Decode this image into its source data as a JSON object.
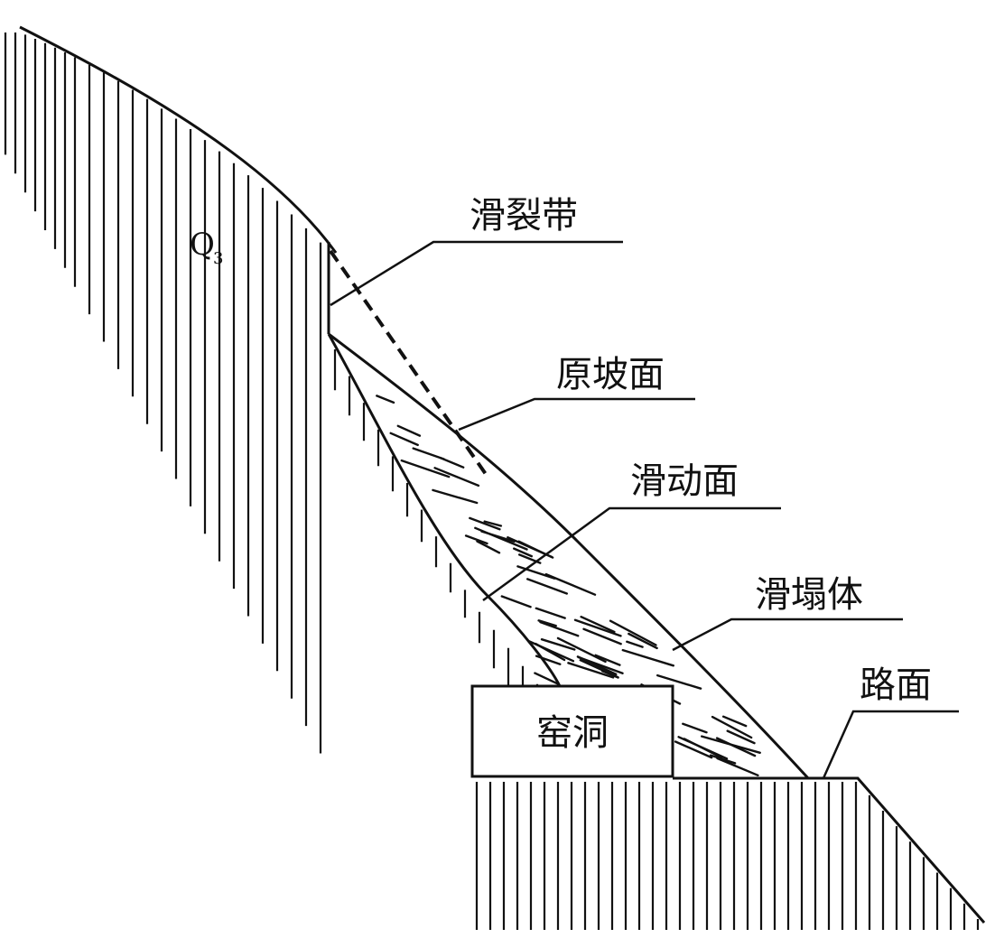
{
  "diagram": {
    "stratum": {
      "symbol": "Q",
      "subscript": "3"
    },
    "labels": {
      "sliding_zone": "滑裂带",
      "original_slope": "原坡面",
      "sliding_surface": "滑动面",
      "landslide_body": "滑塌体",
      "road_surface": "路面",
      "cave_dwelling": "窑洞"
    }
  }
}
